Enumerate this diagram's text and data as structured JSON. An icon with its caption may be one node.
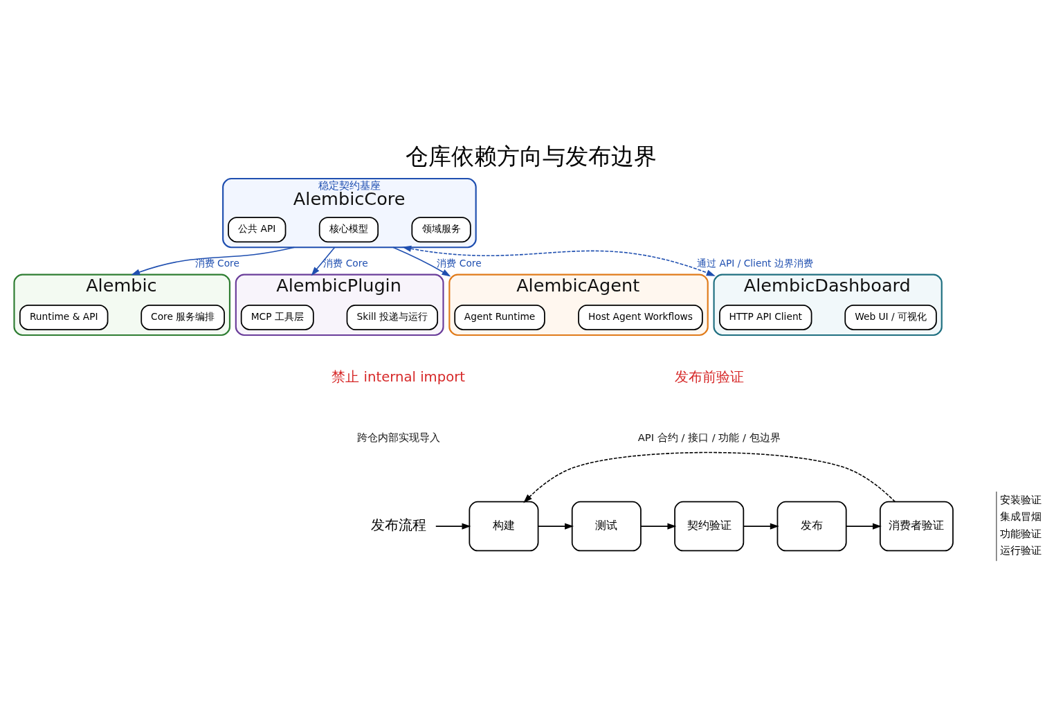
{
  "diagram": {
    "title": "仓库依赖方向与发布边界",
    "nodes": [
      {
        "text": [
          "稳定契约基座",
          "AlembicCore"
        ]
      },
      {
        "text": [
          "公共 API"
        ],
        "in": 0
      },
      {
        "text": [
          "核心模型"
        ],
        "in": 0
      },
      {
        "text": [
          "领域服务"
        ],
        "in": 0
      },
      {
        "text": [
          "Alembic"
        ]
      },
      {
        "text": [
          "Runtime & API"
        ],
        "in": 4
      },
      {
        "text": [
          "Core 服务编排"
        ],
        "in": 4
      },
      {
        "text": [
          "AlembicPlugin"
        ]
      },
      {
        "text": [
          "MCP 工具层"
        ],
        "in": 7
      },
      {
        "text": [
          "Skill 投递与运行"
        ],
        "in": 7
      },
      {
        "text": [
          "AlembicAgent"
        ]
      },
      {
        "text": [
          "Agent Runtime"
        ],
        "in": 10
      },
      {
        "text": [
          "Host Agent Workflows"
        ],
        "in": 10
      },
      {
        "text": [
          "AlembicDashboard"
        ]
      },
      {
        "text": [
          "HTTP API Client"
        ],
        "in": 13
      },
      {
        "text": [
          "Web UI / 可视化"
        ],
        "in": 13
      },
      {
        "text": [
          "发布流程"
        ]
      },
      {
        "text": [
          "构建"
        ]
      },
      {
        "text": [
          "测试"
        ]
      },
      {
        "text": [
          "契约验证"
        ]
      },
      {
        "text": [
          "发布"
        ]
      },
      {
        "text": [
          "消费者验证"
        ]
      }
    ],
    "edges": [
      {
        "from": 0,
        "to": 4,
        "arrow": "to",
        "label": "消费 Core",
        "color": "#1f4fb0"
      },
      {
        "from": 0,
        "to": 7,
        "arrow": "to",
        "label": "消费 Core",
        "color": "#1f4fb0"
      },
      {
        "from": 0,
        "to": 10,
        "arrow": "to",
        "label": "消费 Core",
        "color": "#1f4fb0"
      },
      {
        "from": 0,
        "to": 13,
        "arrow": "both",
        "label": "通过 API / Client 边界消费",
        "style": "dashed",
        "color": "#1f4fb0"
      },
      {
        "from": 16,
        "to": 17,
        "arrow": "to"
      },
      {
        "from": 17,
        "to": 18,
        "arrow": "to"
      },
      {
        "from": 18,
        "to": 19,
        "arrow": "to"
      },
      {
        "from": 19,
        "to": 20,
        "arrow": "to"
      },
      {
        "from": 20,
        "to": 21,
        "arrow": "to"
      },
      {
        "from": 21,
        "to": 17,
        "arrow": "to",
        "style": "dashed"
      }
    ],
    "labels": [
      "禁止 internal import",
      "跨仓内部实现导入",
      "发布前验证",
      "API 合约 / 接口 / 功能 / 包边界",
      "安装验证",
      "集成冒烟",
      "功能验证",
      "运行验证"
    ]
  }
}
